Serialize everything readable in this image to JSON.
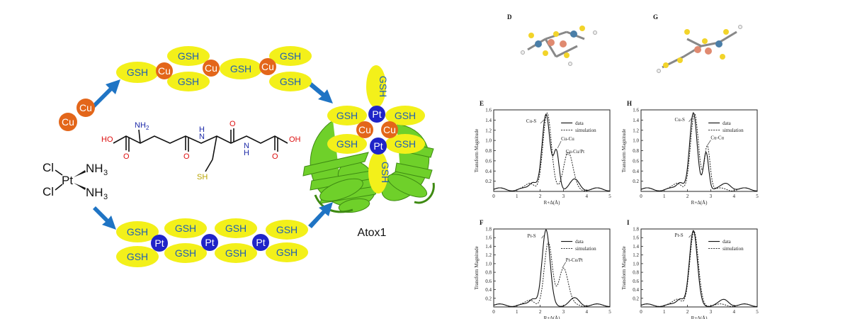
{
  "scheme": {
    "gsh_label": "GSH",
    "cu_label": "Cu",
    "pt_label": "Pt",
    "protein_label": "Atox1",
    "cisplatin": {
      "cl1": "Cl",
      "cl2": "Cl",
      "pt": "Pt",
      "nh3_1": "NH",
      "nh3_2": "NH",
      "sub": "3"
    },
    "glutathione": {
      "nh2": "NH",
      "nh2_sub": "2",
      "ho_left": "HO",
      "oh_right": "OH",
      "nh_1": "H",
      "nh_1b": "N",
      "nh_2": "N",
      "nh_2b": "H",
      "o1": "O",
      "o2": "O",
      "o3": "O",
      "o4": "O",
      "sh": "SH"
    }
  },
  "structures": {
    "D": "D",
    "G": "G"
  },
  "plots": {
    "ylabel": "Transform Magnitude",
    "xlabel": "R+Δ(Å)",
    "legend_data": "data",
    "legend_sim": "simulation",
    "panels": [
      {
        "id": "E",
        "ylim": [
          0,
          1.6
        ],
        "yticks": [
          "1.6",
          "1.4",
          "1.2",
          "1.0",
          "0.8",
          "0.6",
          "0.4",
          "0.2"
        ],
        "xticks": [
          "0",
          "1",
          "2",
          "3",
          "4",
          "5"
        ],
        "annotations": [
          "Cu-S",
          "Cu-Cu",
          "Cu-Cu/Pt"
        ]
      },
      {
        "id": "H",
        "ylim": [
          0,
          1.6
        ],
        "yticks": [
          "1.6",
          "1.4",
          "1.2",
          "1.0",
          "0.8",
          "0.6",
          "0.4",
          "0.2"
        ],
        "xticks": [
          "0",
          "1",
          "2",
          "3",
          "4",
          "5"
        ],
        "annotations": [
          "Cu-S",
          "Cu-Cu"
        ]
      },
      {
        "id": "F",
        "ylim": [
          0,
          1.8
        ],
        "yticks": [
          "1.8",
          "1.6",
          "1.4",
          "1.2",
          "1.0",
          "0.8",
          "0.6",
          "0.4",
          "0.2"
        ],
        "xticks": [
          "0",
          "1",
          "2",
          "3",
          "4",
          "5"
        ],
        "annotations": [
          "Pt-S",
          "Pt-Cu/Pt"
        ]
      },
      {
        "id": "I",
        "ylim": [
          0,
          1.8
        ],
        "yticks": [
          "1.8",
          "1.6",
          "1.4",
          "1.2",
          "1.0",
          "0.8",
          "0.6",
          "0.4",
          "0.2"
        ],
        "xticks": [
          "0",
          "1",
          "2",
          "3",
          "4",
          "5"
        ],
        "annotations": [
          "Pt-S"
        ]
      }
    ]
  },
  "colors": {
    "gsh": "#f3f01a",
    "gsh_text": "#1f5fb5",
    "cu": "#e3661a",
    "pt": "#1f24c8",
    "arrow": "#1f74c4",
    "protein": "#6fd02a"
  }
}
